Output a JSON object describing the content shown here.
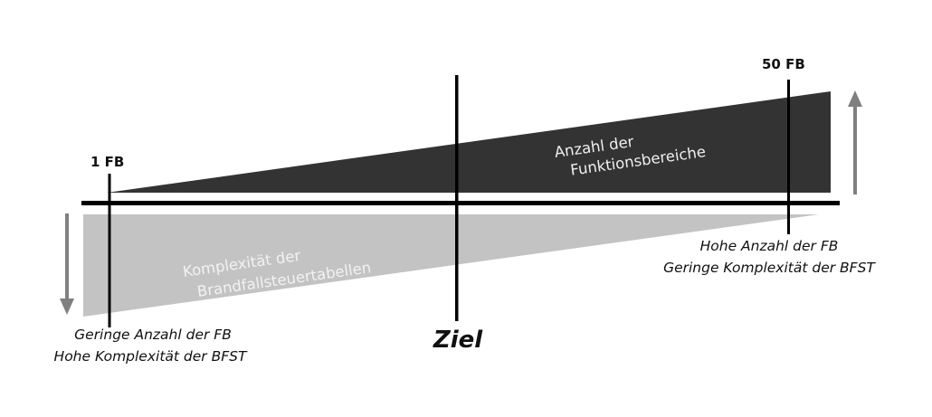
{
  "diagram": {
    "upper_wedge_label_line1": "Anzahl der",
    "upper_wedge_label_line2": "Funktionsbereiche",
    "lower_wedge_label_line1": "Komplexität der",
    "lower_wedge_label_line2": "Brandfallsteuertabellen",
    "left_marker_label": "1 FB",
    "right_marker_label": "50 FB",
    "center_label": "Ziel",
    "left_caption_line1": "Geringe Anzahl der FB",
    "left_caption_line2": "Hohe Komplexität der BFST",
    "right_caption_line1": "Hohe Anzahl der FB",
    "right_caption_line2": "Geringe Komplexität der BFST",
    "colors": {
      "upper_wedge": "#333333",
      "lower_wedge": "#c3c3c3",
      "axis": "#000000",
      "arrow": "#808080",
      "lower_wedge_text": "#f2f2f2",
      "upper_wedge_text": "#f0f0f0"
    }
  }
}
